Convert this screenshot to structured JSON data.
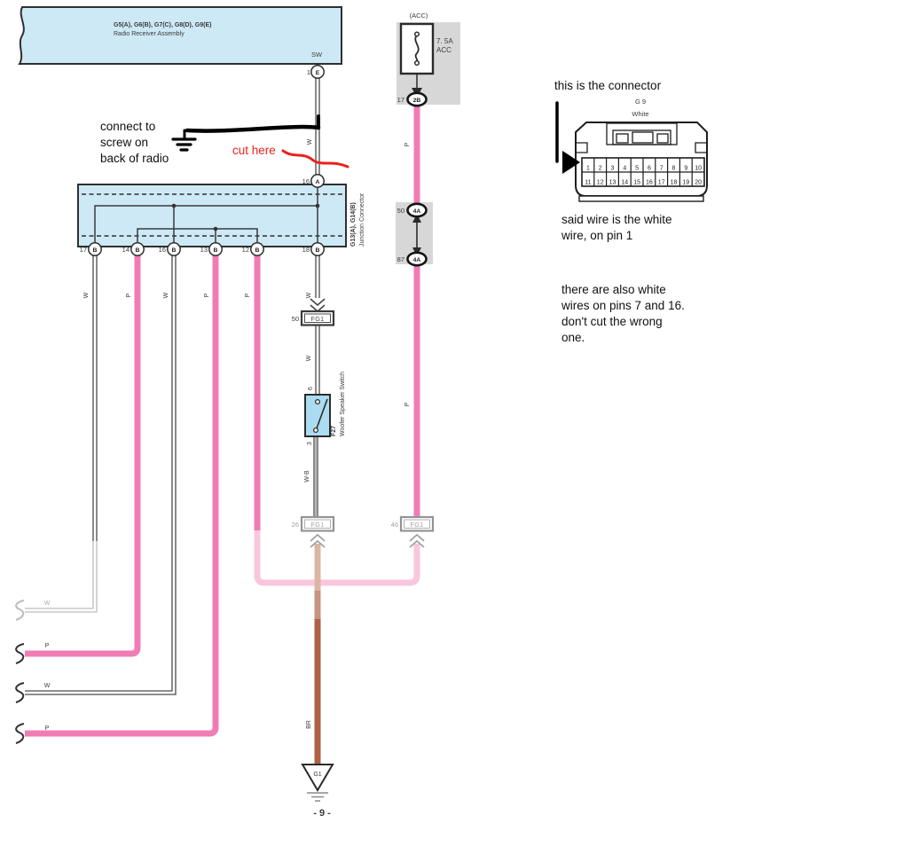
{
  "radio": {
    "title": "G5(A), G6(B), G7(C), G8(D), G9(E)",
    "subtitle": "Radio Receiver Assembly",
    "sw": "SW",
    "pin1_num": "1",
    "pin1_code": "E"
  },
  "acc": {
    "header": "(ACC)",
    "fuse_rating": "7. 5A",
    "fuse_name": "ACC",
    "pin17_num": "17",
    "pin17_code": "2B",
    "pin50_num": "50",
    "pin50_code": "4A",
    "pin87_num": "87",
    "pin87_code": "4A"
  },
  "junction": {
    "title": "G13(A), G14(B)",
    "subtitle": "Junction Connector",
    "pin16a_num": "16",
    "pin16a_code": "A",
    "pins": [
      {
        "num": "17",
        "code": "B"
      },
      {
        "num": "14",
        "code": "B"
      },
      {
        "num": "16",
        "code": "B"
      },
      {
        "num": "13",
        "code": "B"
      },
      {
        "num": "12",
        "code": "B"
      },
      {
        "num": "18",
        "code": "B"
      }
    ]
  },
  "fg1": {
    "label": "FG1",
    "p50": "50",
    "p26": "26",
    "p46": "46"
  },
  "switch": {
    "id": "F27",
    "name": "Woofer Speaker Switch",
    "pin_top": "6",
    "pin_bottom": "3"
  },
  "ground": {
    "id": "G1"
  },
  "page": {
    "number": "- 9 -"
  },
  "wire_labels": {
    "radio_w": "W",
    "acc_p_upper": "P",
    "acc_p_lower": "P",
    "jb_17": "W",
    "jb_14": "P",
    "jb_16": "W",
    "jb_13": "P",
    "jb_12": "P",
    "jb_18": "W",
    "fg1_w": "W",
    "wb": "W-B",
    "br": "BR",
    "left_w1": "W",
    "left_p1": "P",
    "left_w2": "W",
    "left_p2": "P"
  },
  "notes": {
    "ground_line1": "connect to",
    "ground_line2": "screw on",
    "ground_line3": "back of radio",
    "cut_here": "cut here",
    "connector_intro": "this is the connector",
    "wire_id_line1": "said wire is the white",
    "wire_id_line2": "wire, on pin 1",
    "warning_line1": "there are also white",
    "warning_line2": "wires on pins 7 and 16.",
    "warning_line3": "don't cut the wrong",
    "warning_line4": "one."
  },
  "connector_diagram": {
    "id": "G 9",
    "color": "White",
    "row1": [
      "1",
      "2",
      "3",
      "4",
      "5",
      "6",
      "7",
      "8",
      "9",
      "10"
    ],
    "row2": [
      "11",
      "12",
      "13",
      "14",
      "15",
      "16",
      "17",
      "18",
      "19",
      "20"
    ]
  },
  "colors": {
    "pink": "#f17cb4",
    "pink_light": "#f9c7dd",
    "brown": "#af6043",
    "tan": "#dcb6a4",
    "box_blue": "#cde9f6",
    "gray_panel": "#d7d7d7",
    "annotation_red": "#e8231f"
  }
}
